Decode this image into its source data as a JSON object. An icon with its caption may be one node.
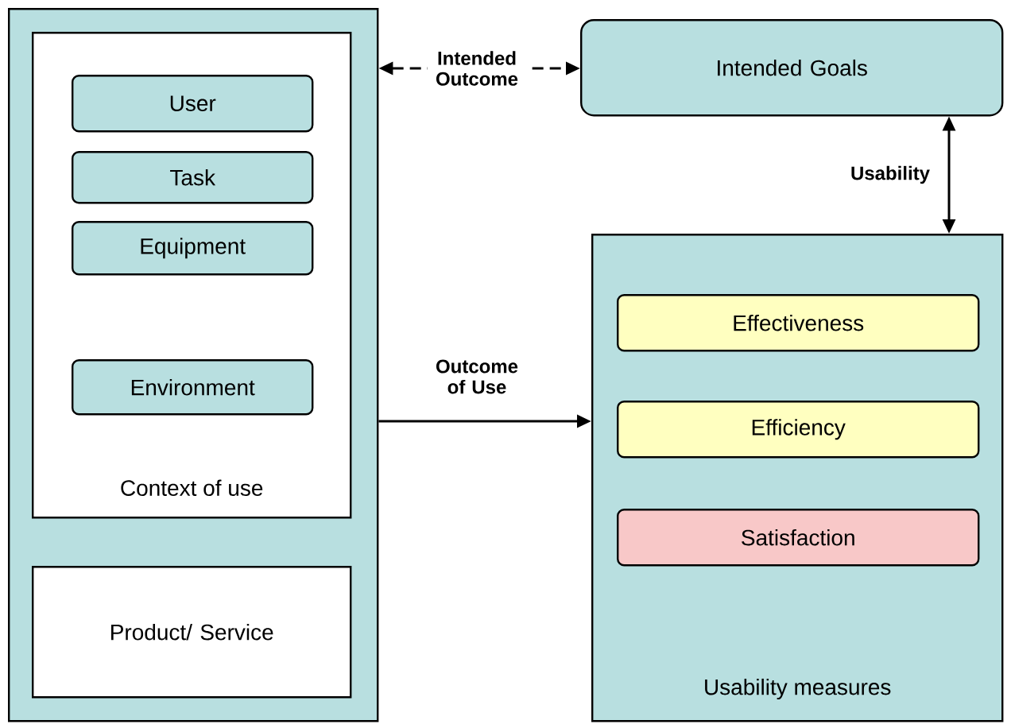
{
  "diagram": {
    "nodes": [
      {
        "text": [],
        "shape": "box"
      },
      {
        "text": [
          "Context of use"
        ],
        "in": 0
      },
      {
        "text": [
          "User"
        ],
        "in": 1
      },
      {
        "text": [
          "Task"
        ],
        "in": 1
      },
      {
        "text": [
          "Equipment"
        ],
        "in": 1
      },
      {
        "text": [
          "Environment"
        ],
        "in": 1
      },
      {
        "text": [
          "Product/ Service"
        ],
        "in": 0
      },
      {
        "text": [
          "Intended Goals"
        ]
      },
      {
        "text": [
          "Usability measures"
        ]
      },
      {
        "text": [
          "Effectiveness"
        ],
        "in": 8
      },
      {
        "text": [
          "Efficiency"
        ],
        "in": 8
      },
      {
        "text": [
          "Satisfaction"
        ],
        "in": 8
      }
    ],
    "edges": [
      {
        "from": 0,
        "to": 7,
        "arrow": "both",
        "style": "dashed",
        "label": "Intended Outcome"
      },
      {
        "from": 7,
        "to": 8,
        "arrow": "both",
        "label": "Usability"
      },
      {
        "from": 0,
        "to": 8,
        "arrow": "to",
        "label": "Outcome of Use"
      }
    ]
  }
}
